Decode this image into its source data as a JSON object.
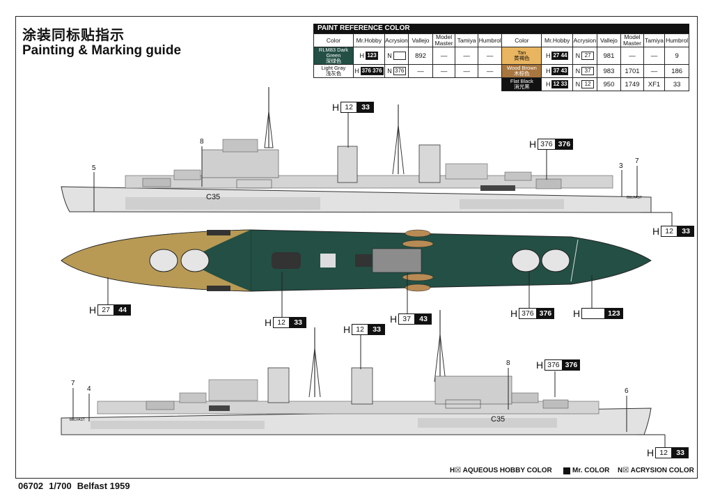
{
  "header": {
    "title_cn": "涂装同标贴指示",
    "title_en": "Painting & Marking guide"
  },
  "reference": {
    "heading": "PAINT  REFERENCE COLOR",
    "columns": [
      "Color",
      "Mr.Hobby",
      "Acrysion",
      "Vallejo",
      "Model Master",
      "Tamiya",
      "Humbrol"
    ],
    "left_rows": [
      {
        "name": "RLM83 Dark Green",
        "name_cn": "深绿色",
        "hcode": "123",
        "ncode": "",
        "vallejo": "892",
        "mm": "—",
        "tamiya": "—",
        "humbrol": "—"
      },
      {
        "name": "Light Gray",
        "name_cn": "浅灰色",
        "hcode": "376 376",
        "ncode": "376",
        "vallejo": "—",
        "mm": "—",
        "tamiya": "—",
        "humbrol": "—"
      }
    ],
    "right_rows": [
      {
        "name": "Tan",
        "name_cn": "黄褐色",
        "hcode": "27 44",
        "ncode": "27",
        "vallejo": "981",
        "mm": "—",
        "tamiya": "—",
        "humbrol": "9"
      },
      {
        "name": "Wood Brown",
        "name_cn": "木棕色",
        "hcode": "37 43",
        "ncode": "37",
        "vallejo": "983",
        "mm": "1701",
        "tamiya": "—",
        "humbrol": "186"
      },
      {
        "name": "Flat Black",
        "name_cn": "消光黑",
        "hcode": "12 33",
        "ncode": "12",
        "vallejo": "950",
        "mm": "1749",
        "tamiya": "XF1",
        "humbrol": "33"
      }
    ],
    "colors": {
      "dark_green": "#234f44",
      "tan": "#e9b560",
      "wood": "#a8763f",
      "black": "#111111",
      "gray": "#d9d9d9"
    }
  },
  "callouts": {
    "h_letter": "H",
    "c1": {
      "a": "12",
      "b": "33"
    },
    "c2": {
      "a": "376",
      "b": "376"
    },
    "c3": {
      "a": "12",
      "b": "33"
    },
    "c4": {
      "a": "27",
      "b": "44"
    },
    "c5": {
      "a": "12",
      "b": "33"
    },
    "c6": {
      "a": "37",
      "b": "43"
    },
    "c7": {
      "a": "376",
      "b": "376"
    },
    "c8": {
      "a": "",
      "b": "123"
    },
    "c9": {
      "a": "12",
      "b": "33"
    },
    "c10": {
      "a": "376",
      "b": "376"
    },
    "c11": {
      "a": "12",
      "b": "33"
    }
  },
  "markings": {
    "n5": "5",
    "n8": "8",
    "n3": "3",
    "n7": "7",
    "n7b": "7",
    "n4": "4",
    "n8b": "8",
    "n6": "6",
    "hull_top": "C35",
    "hull_bottom": "C35",
    "name_top": "BELFAST",
    "name_bottom": "BELFAST"
  },
  "legend": {
    "hobby": "H☒ AQUEOUS HOBBY COLOR",
    "mr": "Mr. COLOR",
    "acrysion": "N☒ ACRYSION COLOR"
  },
  "footer": {
    "code": "06702",
    "scale": "1/700",
    "name": "Belfast 1959"
  }
}
